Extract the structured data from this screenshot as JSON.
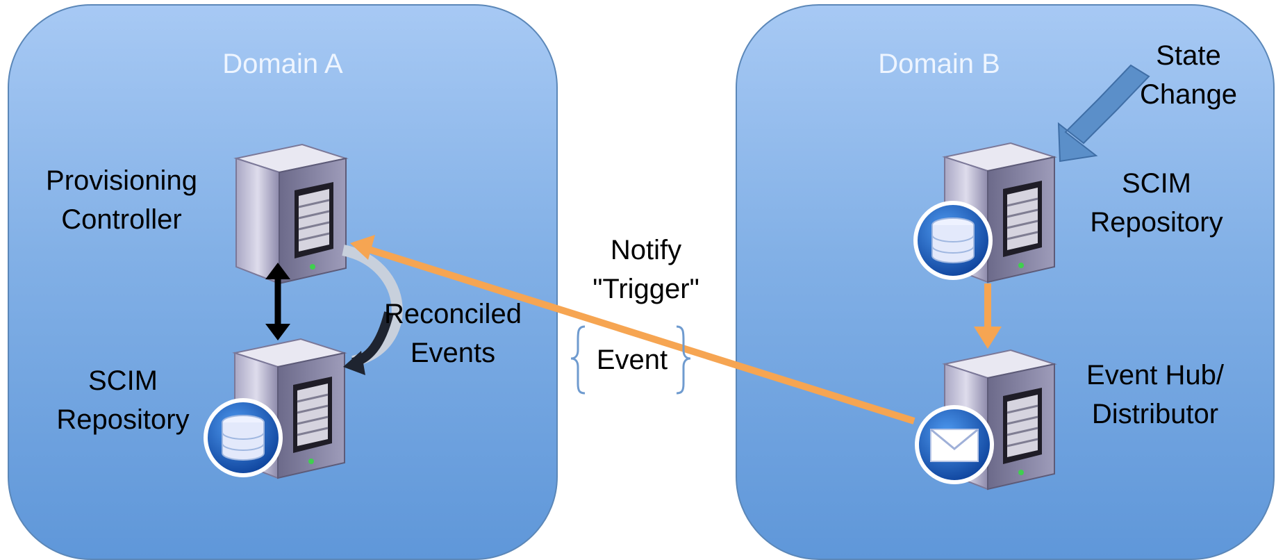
{
  "domain_a": {
    "title": "Domain A",
    "provisioning_controller": [
      "Provisioning",
      "Controller"
    ],
    "scim_repository": [
      "SCIM",
      "Repository"
    ],
    "reconciled_events": [
      "Reconciled",
      "Events"
    ]
  },
  "domain_b": {
    "title": "Domain B",
    "state_change": [
      "State",
      "Change"
    ],
    "scim_repository": [
      "SCIM",
      "Repository"
    ],
    "event_hub": [
      "Event Hub/",
      "Distributor"
    ]
  },
  "middle": {
    "notify": [
      "Notify",
      "\"Trigger\""
    ],
    "event": "Event"
  },
  "colors": {
    "domain_top": "#a7c9f4",
    "domain_bottom": "#5f97d9",
    "notify_arrow": "#f6a552",
    "state_change_arrow": "#5b8fc9",
    "server_body": "#c9c8dd"
  },
  "icons": [
    "server-icon",
    "database-icon",
    "envelope-icon"
  ]
}
